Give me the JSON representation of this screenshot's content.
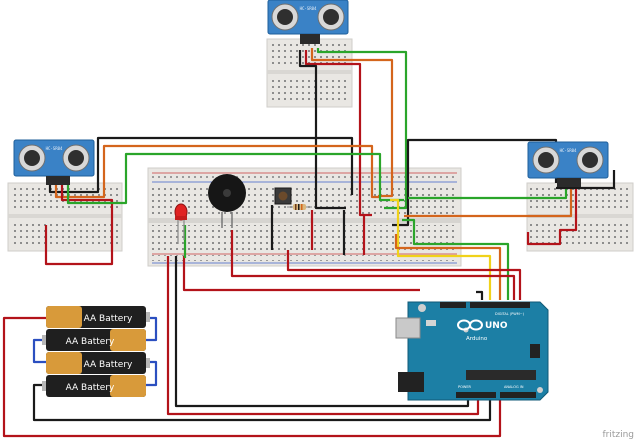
{
  "ultrasonic_sensors": [
    {
      "name": "sensor-top",
      "label": "HC-SR04"
    },
    {
      "name": "sensor-left",
      "label": "HC-SR04"
    },
    {
      "name": "sensor-right",
      "label": "HC-SR04"
    }
  ],
  "batteries": [
    {
      "label": "AA Battery"
    },
    {
      "label": "AA Battery"
    },
    {
      "label": "AA Battery"
    },
    {
      "label": "AA Battery"
    }
  ],
  "arduino": {
    "brand": "Arduino",
    "model": "UNO",
    "header_label": "DIGITAL (PWM~)",
    "power_label": "POWER",
    "analog_label": "ANALOG IN"
  },
  "watermark": "fritzing",
  "colors": {
    "wire_black": "#1a1a1a",
    "wire_red": "#b3131a",
    "wire_orange": "#d4651c",
    "wire_green": "#2aa52a",
    "wire_yellow": "#f0d21a",
    "arduino_blue": "#1c7fa5",
    "sensor_blue": "#3a82c6",
    "breadboard": "#e9e7e3"
  }
}
